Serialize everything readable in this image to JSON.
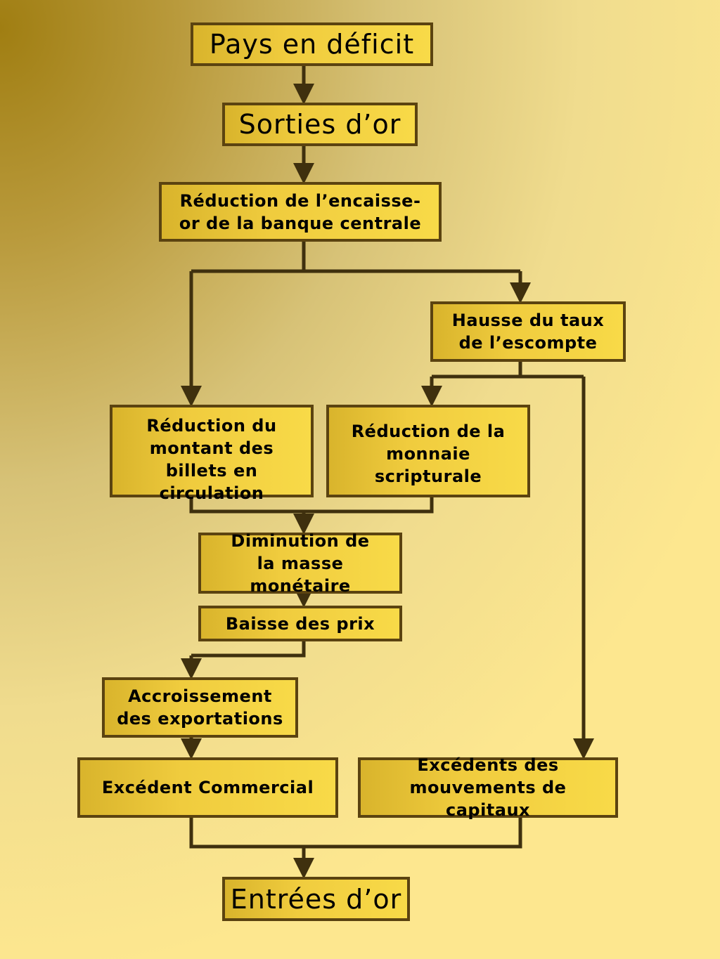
{
  "nodes": {
    "pays_deficit": "Pays en déficit",
    "sorties_or": "Sorties d’or",
    "reduction_encaisse": "Réduction de l’encaisse-or de la banque centrale",
    "hausse_escompte": "Hausse du taux de l’escompte",
    "reduction_billets": "Réduction du montant des billets en circulation",
    "reduction_scripturale": "Réduction de la monnaie scripturale",
    "diminution_masse": "Diminution de la masse monétaire",
    "baisse_prix": "Baisse des prix",
    "accroissement_exportations": "Accroissement des exportations",
    "excedent_commercial": "Excédent Commercial",
    "excedents_capitaux": "Excédents des mouvements de capitaux",
    "entrees_or": "Entrées d’or"
  },
  "colors": {
    "box_fill": "#f2cf3f",
    "box_border": "#5b4310",
    "connector": "#3f300e"
  }
}
